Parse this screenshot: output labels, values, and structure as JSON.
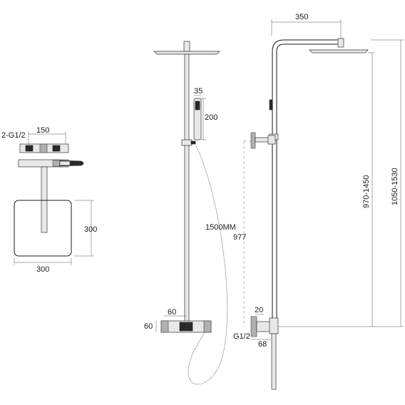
{
  "dimensions": {
    "shower_arm_reach": "350",
    "handshower_width": "35",
    "handshower_length": "200",
    "inlet_thread": "2-G1/2",
    "inlet_spacing": "150",
    "head_depth": "300",
    "head_width": "300",
    "hose_length": "1500MM",
    "rail_height": "977",
    "height_range_inner": "970-1450",
    "height_range_outer": "1050-1530",
    "valve_width": "60",
    "valve_height": "60",
    "eccentric_offset": "20",
    "connection_thread": "G1/2",
    "wall_projection": "68"
  }
}
